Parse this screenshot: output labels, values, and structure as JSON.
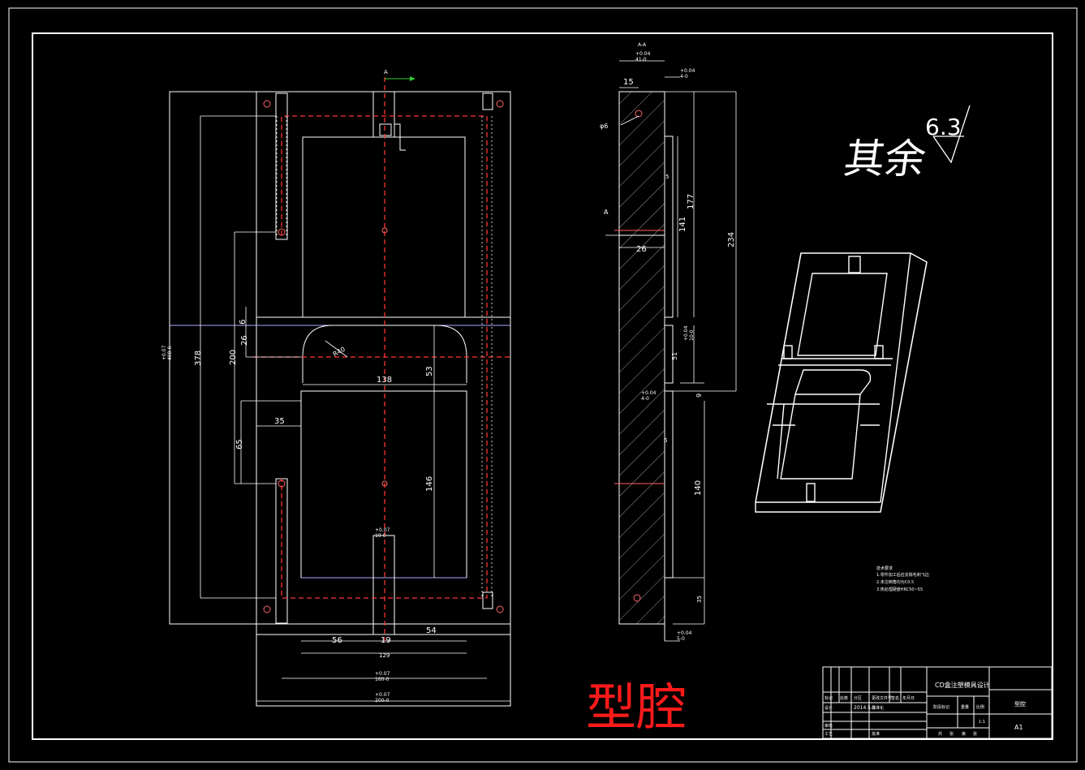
{
  "main_view": {
    "section_marker": "A",
    "dims": {
      "d_6": "6",
      "d_26": "26",
      "d_200_left": "200",
      "d_378": "378",
      "d_35": "35",
      "d_65": "65",
      "d_53": "53",
      "d_138": "138",
      "d_146": "146",
      "d_56": "56",
      "d_19": "19",
      "d_54": "54",
      "d_129": "129",
      "r_40": "R40",
      "tol_19": "+0.07\n19-0",
      "tol_160": "+0.07\n160-0",
      "tol_200": "+0.07\n200-0",
      "tol_408": "+0.07\n408-0"
    }
  },
  "section_view": {
    "title": "A-A",
    "top_tol_a": "+0.04\n41-0",
    "top_tol_b": "+0.04\n4-0",
    "d_15": "15",
    "d_phi6": "φ6",
    "d_a": "A",
    "d_26": "26",
    "d_141": "141",
    "d_177": "177",
    "d_234": "234",
    "d_5_top": "5",
    "tol_right": "+0.04\n10-0",
    "d_51": "51",
    "d_9": "9",
    "tol_mid": "+0.04\n4-0",
    "d_6": "6",
    "d_140": "140",
    "d_35": "35",
    "tol_bottom": "+0.04\n5-0"
  },
  "roughness": {
    "label": "其余",
    "value": "6.3"
  },
  "notes": {
    "title": "技术要求",
    "lines": [
      "1.零件加工后应去除毛刺飞边",
      "2.未注倒角均为C0.5",
      "3.热处理硬度HRC50~55"
    ]
  },
  "red_title": "型腔",
  "title_block": {
    "project": "CD盒注塑模具设计",
    "part_name": "型腔",
    "sheet": "A1",
    "scale": "1:1",
    "date": "2014.5.3",
    "row_labels": [
      "标记",
      "处数",
      "分区",
      "更改文件号",
      "签名",
      "年月日"
    ],
    "labels": [
      "设计",
      "审核",
      "工艺",
      "标准化",
      "批准"
    ],
    "col_labels": [
      "阶段标记",
      "重量",
      "比例"
    ],
    "sheet_labels": [
      "共",
      "张",
      "第",
      "张"
    ]
  }
}
